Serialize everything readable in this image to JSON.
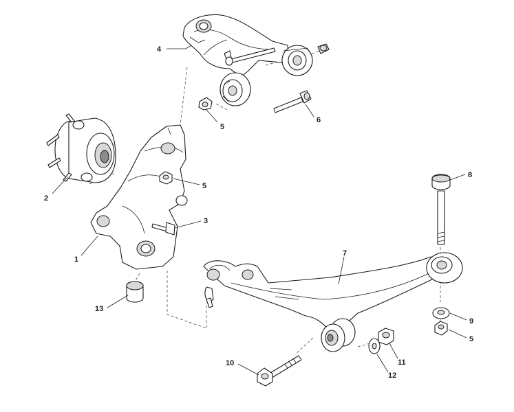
{
  "callouts": {
    "c1": "1",
    "c2": "2",
    "c3": "3",
    "c4": "4",
    "c5a": "5",
    "c5b": "5",
    "c5c": "5",
    "c6": "6",
    "c7": "7",
    "c8": "8",
    "c9": "9",
    "c10": "10",
    "c11": "11",
    "c12": "12",
    "c13": "13"
  }
}
